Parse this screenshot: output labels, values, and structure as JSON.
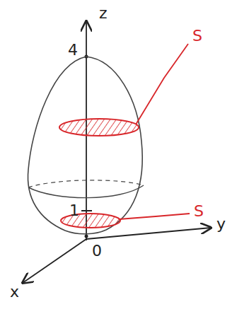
{
  "diagram": {
    "labels": [
      "z",
      "4",
      "1",
      "0",
      "y",
      "x",
      "S",
      "S"
    ]
  }
}
